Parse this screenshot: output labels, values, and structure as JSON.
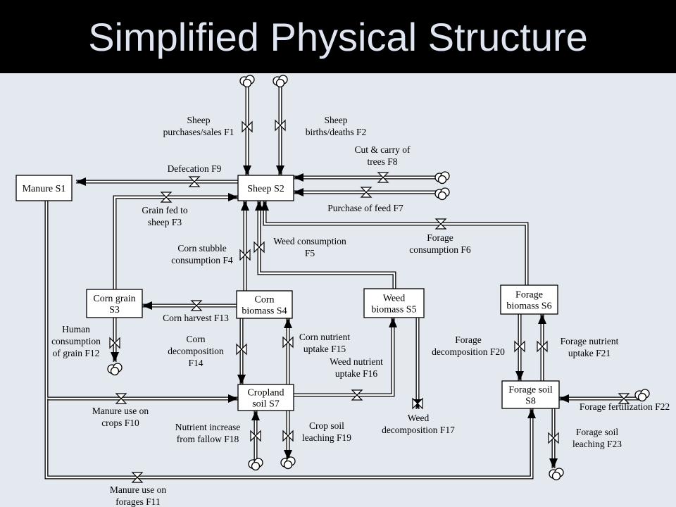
{
  "title": "Simplified Physical Structure",
  "stocks": [
    {
      "id": "manure",
      "lines": [
        "Manure S1"
      ]
    },
    {
      "id": "sheep",
      "lines": [
        "Sheep S2"
      ]
    },
    {
      "id": "corn-grain",
      "lines": [
        "Corn grain",
        "S3"
      ]
    },
    {
      "id": "corn-biomass",
      "lines": [
        "Corn",
        "biomass S4"
      ]
    },
    {
      "id": "weed-biomass",
      "lines": [
        "Weed",
        "biomass S5"
      ]
    },
    {
      "id": "forage-biomass",
      "lines": [
        "Forage",
        "biomass S6"
      ]
    },
    {
      "id": "cropland-soil",
      "lines": [
        "Cropland",
        "soil S7"
      ]
    },
    {
      "id": "forage-soil",
      "lines": [
        "Forage soil",
        "S8"
      ]
    }
  ],
  "flows": [
    {
      "id": "f1",
      "lines": [
        "Sheep",
        "purchases/sales F1"
      ]
    },
    {
      "id": "f2",
      "lines": [
        "Sheep",
        "births/deaths F2"
      ]
    },
    {
      "id": "f3",
      "lines": [
        "Grain fed to",
        "sheep F3"
      ]
    },
    {
      "id": "f4",
      "lines": [
        "Corn stubble",
        "consumption F4"
      ]
    },
    {
      "id": "f5",
      "lines": [
        "Weed consumption",
        "F5"
      ]
    },
    {
      "id": "f6",
      "lines": [
        "Forage",
        "consumption F6"
      ]
    },
    {
      "id": "f7",
      "lines": [
        "Purchase of feed F7"
      ]
    },
    {
      "id": "f8",
      "lines": [
        "Cut & carry of",
        "trees F8"
      ]
    },
    {
      "id": "f9",
      "lines": [
        "Defecation F9"
      ]
    },
    {
      "id": "f10",
      "lines": [
        "Manure use on",
        "crops F10"
      ]
    },
    {
      "id": "f11",
      "lines": [
        "Manure use on",
        "forages F11"
      ]
    },
    {
      "id": "f12",
      "lines": [
        "Human",
        "consumption",
        "of grain F12"
      ]
    },
    {
      "id": "f13",
      "lines": [
        "Corn harvest F13"
      ]
    },
    {
      "id": "f14",
      "lines": [
        "Corn",
        "decomposition",
        "F14"
      ]
    },
    {
      "id": "f15",
      "lines": [
        "Corn nutrient",
        "uptake F15"
      ]
    },
    {
      "id": "f16",
      "lines": [
        "Weed nutrient",
        "uptake F16"
      ]
    },
    {
      "id": "f17",
      "lines": [
        "Weed",
        "decomposition F17"
      ]
    },
    {
      "id": "f18",
      "lines": [
        "Nutrient increase",
        "from fallow F18"
      ]
    },
    {
      "id": "f19",
      "lines": [
        "Crop soil",
        "leaching F19"
      ]
    },
    {
      "id": "f20",
      "lines": [
        "Forage",
        "decomposition F20"
      ]
    },
    {
      "id": "f21",
      "lines": [
        "Forage nutrient",
        "uptake F21"
      ]
    },
    {
      "id": "f22",
      "lines": [
        "Forage fertilization F22"
      ]
    },
    {
      "id": "f23",
      "lines": [
        "Forage soil",
        "leaching F23"
      ]
    }
  ]
}
